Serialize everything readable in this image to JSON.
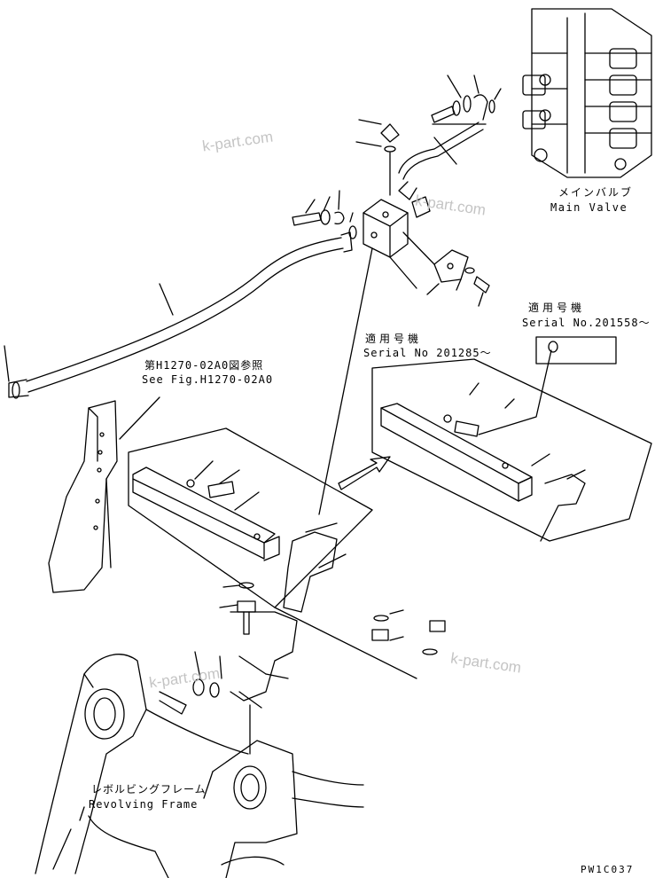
{
  "labels": {
    "main_valve_jp": "メインバルブ",
    "main_valve_en": "Main Valve",
    "serial_a_jp": "適用号機",
    "serial_a_en": "Serial No.201558～",
    "serial_b_jp": "適用号機",
    "serial_b_en": "Serial No 201285～",
    "see_fig_jp": "第H1270-02A0図参照",
    "see_fig_en": "See Fig.H1270-02A0",
    "frame_jp": "レボルビングフレーム",
    "frame_en": "Revolving Frame",
    "drawing_code": "PW1C037"
  },
  "watermarks": [
    "k-part.com",
    "k-part.com",
    "k-part.com",
    "k-part.com"
  ]
}
